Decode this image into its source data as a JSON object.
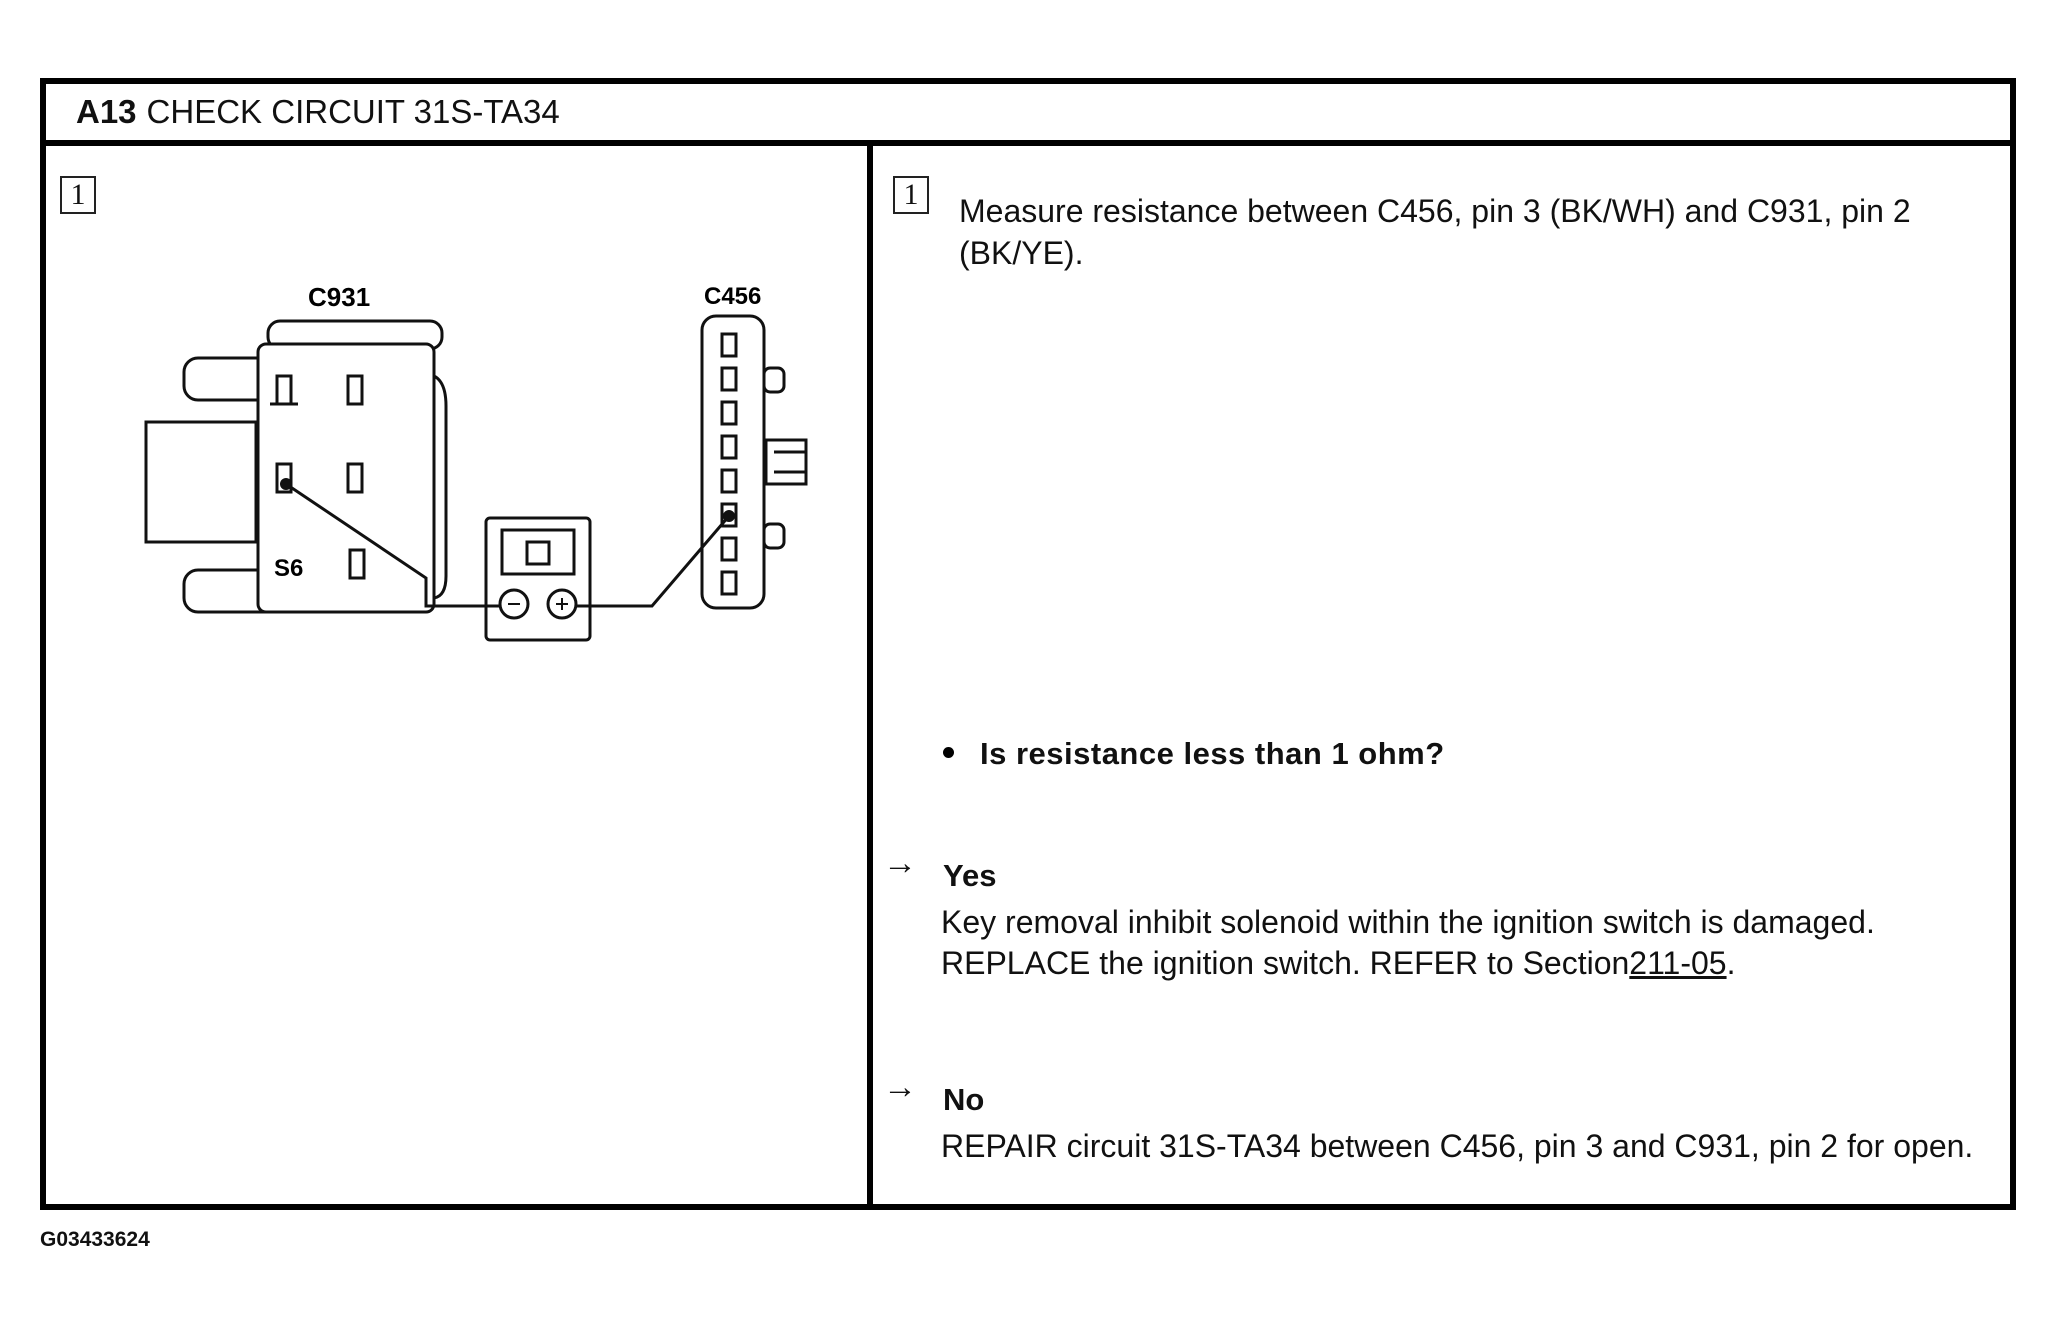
{
  "header": {
    "step": "A13",
    "title": "CHECK CIRCUIT 31S-TA34"
  },
  "left_panel": {
    "box_number": "1",
    "connector_left_label": "C931",
    "connector_right_label": "C456",
    "pin_label": "S6"
  },
  "right_panel": {
    "box_number": "1",
    "instruction": "Measure resistance between C456, pin 3 (BK/WH) and C931, pin 2 (BK/YE).",
    "question": "Is resistance less than 1 ohm?",
    "yes": {
      "arrow": "→",
      "label": "Yes",
      "text": "Key removal inhibit solenoid within the ignition switch is damaged. REPLACE the ignition switch. REFER to Section",
      "link": "211-05",
      "after": "."
    },
    "no": {
      "arrow": "→",
      "label": "No",
      "text": "REPAIR circuit 31S-TA34 between C456, pin 3 and C931, pin 2 for open."
    }
  },
  "figure_id": "G03433624"
}
